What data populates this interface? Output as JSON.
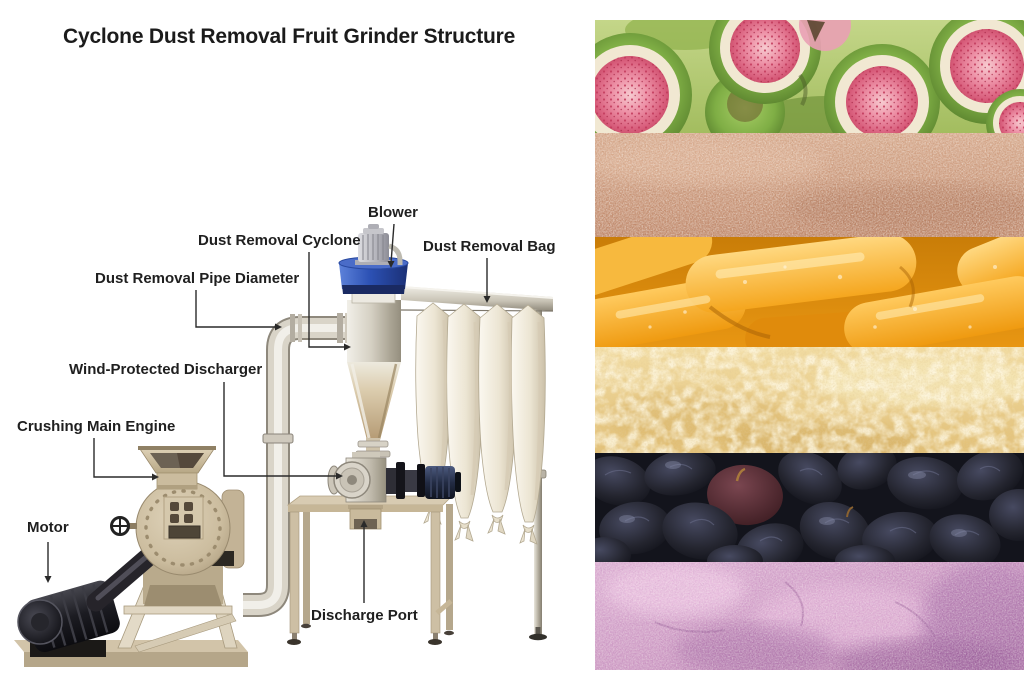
{
  "title": "Cyclone Dust Removal Fruit Grinder Structure",
  "diagram": {
    "labels": [
      {
        "id": "blower",
        "text": "Blower"
      },
      {
        "id": "dust-removal-cyclone",
        "text": "Dust Removal Cyclone"
      },
      {
        "id": "dust-removal-bag",
        "text": "Dust Removal Bag"
      },
      {
        "id": "dust-removal-pipe-diameter",
        "text": "Dust Removal Pipe Diameter"
      },
      {
        "id": "wind-protected-discharger",
        "text": "Wind-Protected Discharger"
      },
      {
        "id": "crushing-main-engine",
        "text": "Crushing Main Engine"
      },
      {
        "id": "motor",
        "text": "Motor"
      },
      {
        "id": "discharge-port",
        "text": "Discharge Port"
      }
    ]
  },
  "gallery": {
    "photos": [
      {
        "name": "fresh-figs",
        "subject": "halved fresh figs with pink flesh"
      },
      {
        "name": "fig-powder",
        "subject": "salmon-brown fig fruit powder"
      },
      {
        "name": "dried-mango",
        "subject": "dried mango slices"
      },
      {
        "name": "mango-powder",
        "subject": "pale yellow mango powder"
      },
      {
        "name": "black-raisins",
        "subject": "dried black raisins"
      },
      {
        "name": "grape-powder",
        "subject": "purple grape fruit powder"
      }
    ]
  },
  "colors": {
    "cyclone_blue": "#2f55b8",
    "machine_beige": "#cfc0a6",
    "steel": "#d9d4c8",
    "fig_powder": "#cf9a7e",
    "mango_orange": "#f5a122",
    "mango_powder": "#eed391",
    "raisin_dark": "#23242f",
    "grape_powder": "#d5a3cc",
    "label_text": "#1f1f1f"
  }
}
